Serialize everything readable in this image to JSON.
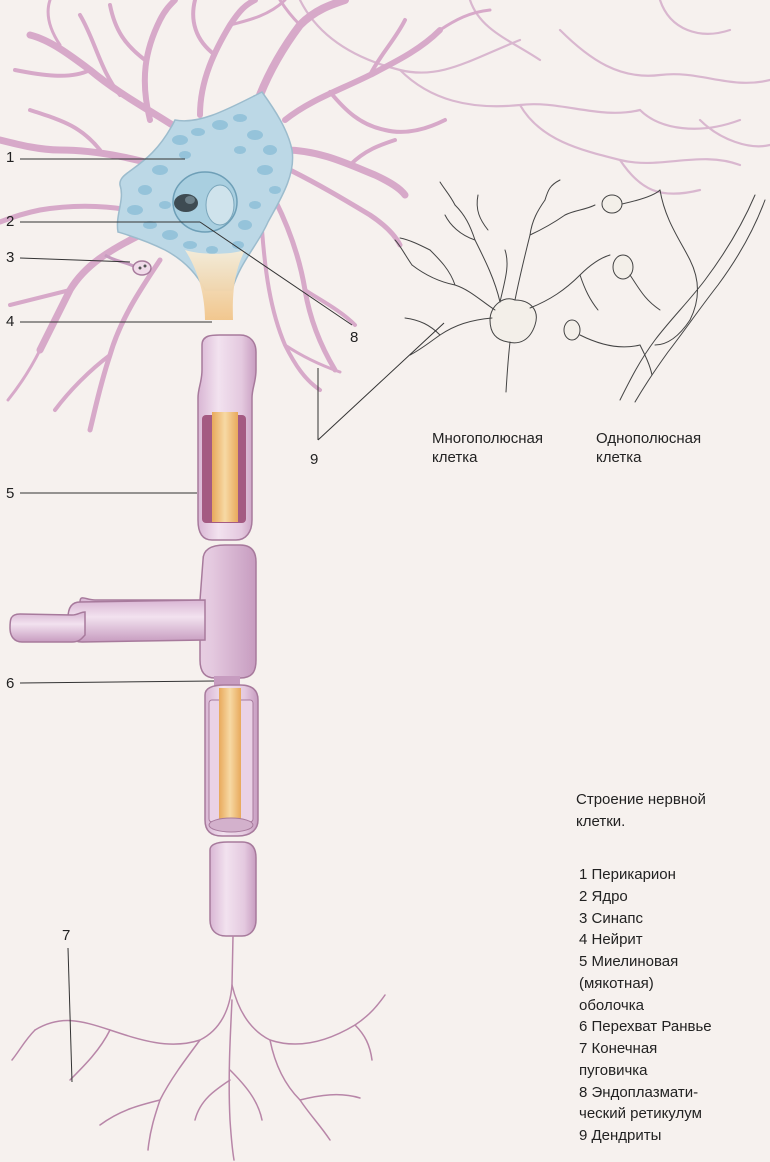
{
  "labels": {
    "n1": "1",
    "n2": "2",
    "n3": "3",
    "n4": "4",
    "n5": "5",
    "n6": "6",
    "n7": "7",
    "n8": "8",
    "n9": "9"
  },
  "captions": {
    "multipolar_line1": "Многополюсная",
    "multipolar_line2": "клетка",
    "unipolar_line1": "Однополюсная",
    "unipolar_line2": "клетка"
  },
  "legend": {
    "title_line1": "Строение нервной",
    "title_line2": "клетки.",
    "items": [
      "1 Перикарион",
      "2 Ядро",
      "3 Синапс",
      "4 Нейрит",
      "5 Миелиновая",
      "(мякотная)",
      "оболочка",
      "6 Перехват Ранвье",
      "7 Конечная",
      "пуговичка",
      "8 Эндоплазмати-",
      "ческий ретикулум",
      "9 Дендриты"
    ]
  },
  "colors": {
    "background": "#f6f1ee",
    "dendrite": "#d7a9c9",
    "dendrite_dark": "#b886a8",
    "cytoplasm": "#bcd8e6",
    "reticulum": "#8fc0d8",
    "axon_core": "#f2c27e",
    "myelin": "#ead2e6",
    "line": "#333333"
  }
}
